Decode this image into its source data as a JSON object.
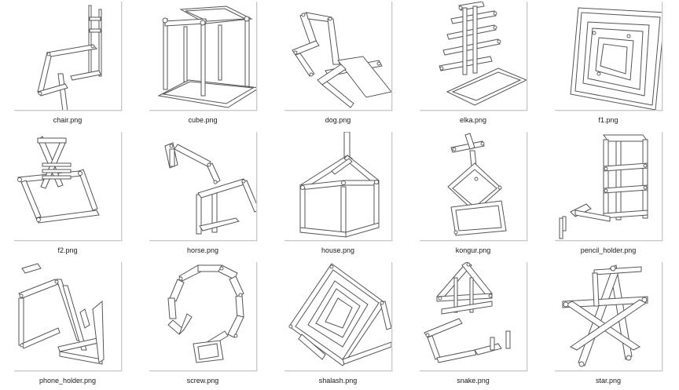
{
  "files": [
    {
      "name": "chair.png",
      "icon": "chair-model-thumbnail"
    },
    {
      "name": "cube.png",
      "icon": "cube-model-thumbnail"
    },
    {
      "name": "dog.png",
      "icon": "dog-model-thumbnail"
    },
    {
      "name": "elka.png",
      "icon": "elka-model-thumbnail"
    },
    {
      "name": "f1.png",
      "icon": "f1-model-thumbnail"
    },
    {
      "name": "f2.png",
      "icon": "f2-model-thumbnail"
    },
    {
      "name": "horse.png",
      "icon": "horse-model-thumbnail"
    },
    {
      "name": "house.png",
      "icon": "house-model-thumbnail"
    },
    {
      "name": "kongur.png",
      "icon": "kongur-model-thumbnail"
    },
    {
      "name": "pencil_holder.png",
      "icon": "pencil-holder-model-thumbnail"
    },
    {
      "name": "phone_holder.png",
      "icon": "phone-holder-model-thumbnail"
    },
    {
      "name": "screw.png",
      "icon": "screw-model-thumbnail"
    },
    {
      "name": "shalash.png",
      "icon": "shalash-model-thumbnail"
    },
    {
      "name": "snake.png",
      "icon": "snake-model-thumbnail"
    },
    {
      "name": "star.png",
      "icon": "star-model-thumbnail"
    }
  ]
}
